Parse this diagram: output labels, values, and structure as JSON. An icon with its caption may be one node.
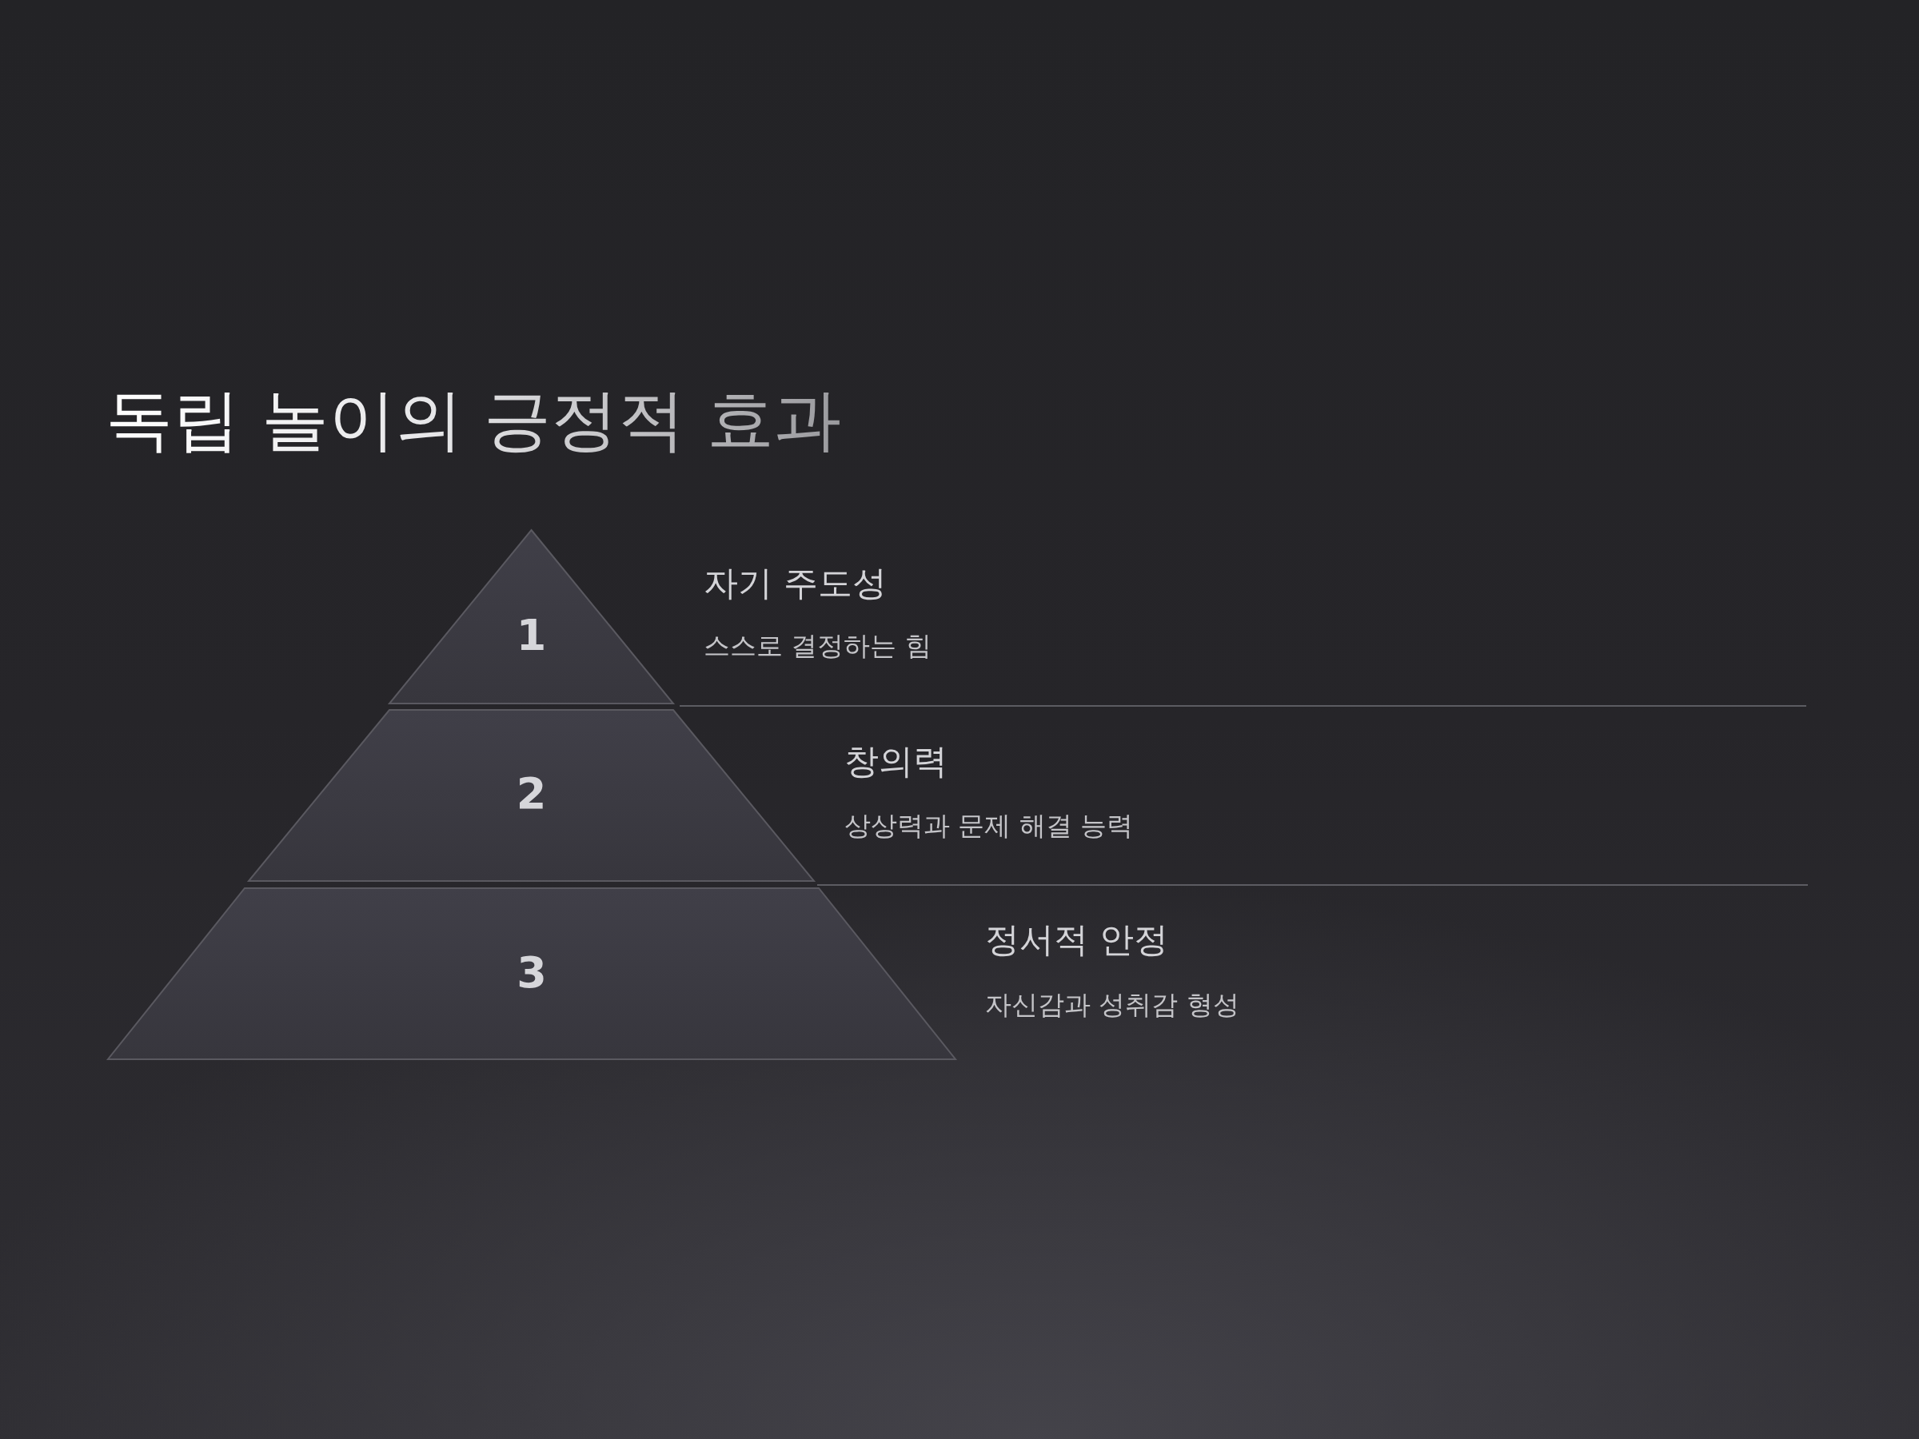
{
  "diagram": {
    "title": "독립 놀이의 긍정적 효과",
    "nodes": [
      {
        "text": [
          "1"
        ],
        "beside": [
          "자기 주도성",
          "스스로 결정하는 힘"
        ]
      },
      {
        "text": [
          "2"
        ],
        "beside": [
          "창의력",
          "상상력과 문제 해결 능력"
        ]
      },
      {
        "text": [
          "3"
        ],
        "beside": [
          "정서적 안정",
          "자신감과 성취감 형성"
        ]
      }
    ]
  }
}
